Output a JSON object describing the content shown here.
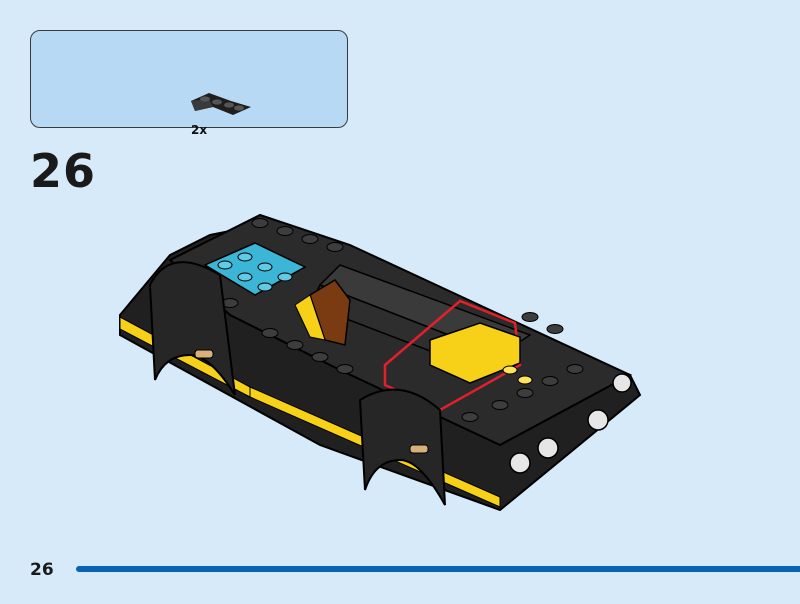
{
  "parts_callout": {
    "part_name": "black-plate-2x2-corner-icon",
    "quantity": "2x"
  },
  "step": {
    "number": "26"
  },
  "model": {
    "name": "car-chassis-assembly-illustration"
  },
  "footer": {
    "page_number": "26"
  },
  "colors": {
    "background": "#d6eaf9",
    "callout_fill": "#b7d9f3",
    "brick_black": "#2b2b2b",
    "brick_yellow": "#f7d117",
    "brick_blue": "#3bb6d6",
    "brick_brown": "#7a3a12",
    "highlight_red": "#e0202a",
    "page_line": "#0a62b4"
  }
}
